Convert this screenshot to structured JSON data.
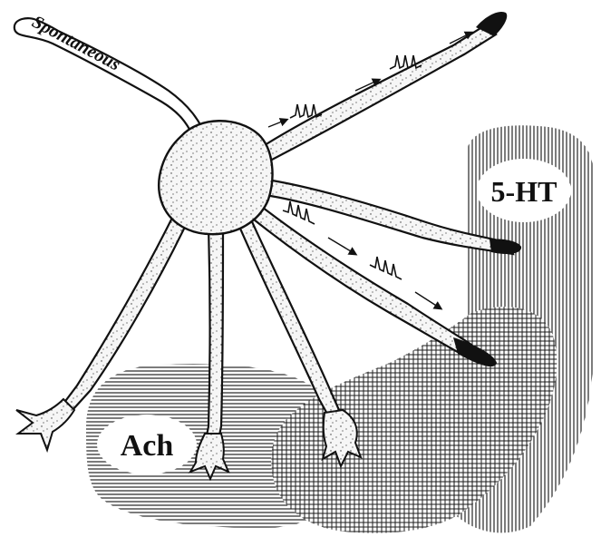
{
  "labels": {
    "spontaneous": "Spontaneous",
    "serotonin": "5-HT",
    "acetylcholine": "Ach"
  },
  "colors": {
    "ink": "#111111",
    "cell_fill": "#f4f4f4",
    "background": "#ffffff"
  }
}
